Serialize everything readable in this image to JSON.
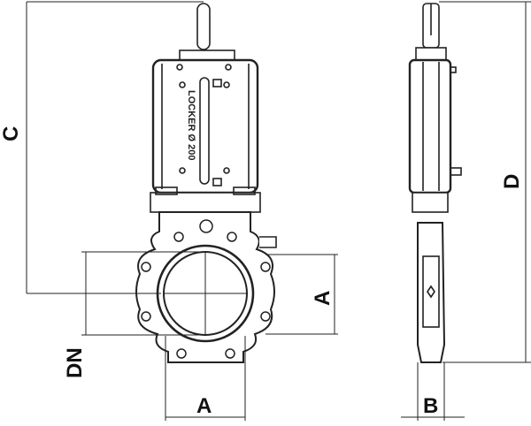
{
  "drawing": {
    "front_view": {
      "actuator_label": "LOCKER Ø 200",
      "dimensions": {
        "height_to_center": "C",
        "body_width": "A",
        "flange_height": "A",
        "nominal_diameter": "DN"
      }
    },
    "side_view": {
      "dimensions": {
        "overall_height": "D",
        "body_thickness": "B"
      }
    }
  }
}
